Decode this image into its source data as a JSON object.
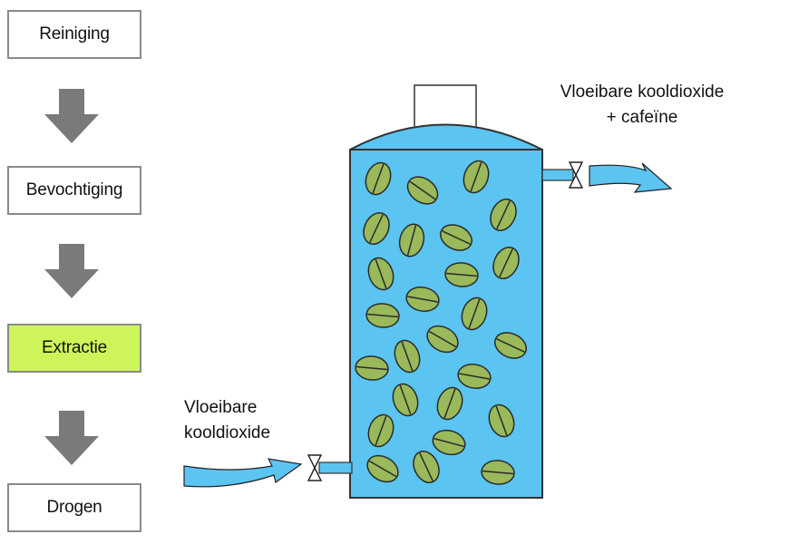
{
  "steps": [
    {
      "label": "Reiniging",
      "active": false
    },
    {
      "label": "Bevochtiging",
      "active": false
    },
    {
      "label": "Extractie",
      "active": true
    },
    {
      "label": "Drogen",
      "active": false
    }
  ],
  "labels": {
    "inlet_line1": "Vloeibare",
    "inlet_line2": "kooldioxide",
    "outlet_line1": "Vloeibare kooldioxide",
    "outlet_line2": "+ cafeïne"
  },
  "colors": {
    "liquid": "#5bc4f1",
    "bean": "#99b95a",
    "active_step": "#cdf55a",
    "arrow_gray": "#7a7a7a",
    "outline": "#333333"
  }
}
